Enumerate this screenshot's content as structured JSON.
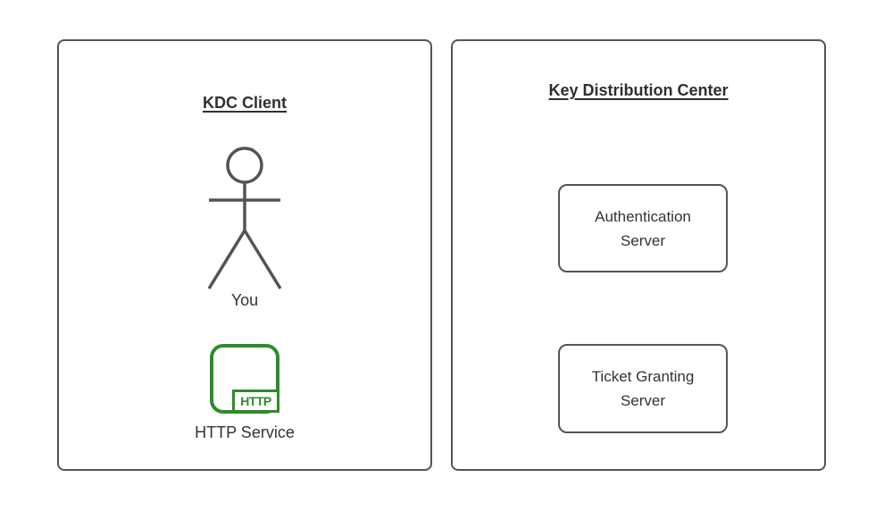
{
  "colors": {
    "stroke_gray": "#545454",
    "text_dark": "#333333",
    "accent_green": "#2e8b29",
    "background": "#ffffff"
  },
  "left_panel": {
    "title": "KDC Client",
    "person_icon": "stick-figure-icon",
    "person_label": "You",
    "http_icon": "http-service-icon",
    "http_badge": "HTTP",
    "service_label": "HTTP Service"
  },
  "right_panel": {
    "title": "Key Distribution Center",
    "boxes": [
      {
        "label": "Authentication Server"
      },
      {
        "label": "Ticket Granting Server"
      }
    ]
  }
}
